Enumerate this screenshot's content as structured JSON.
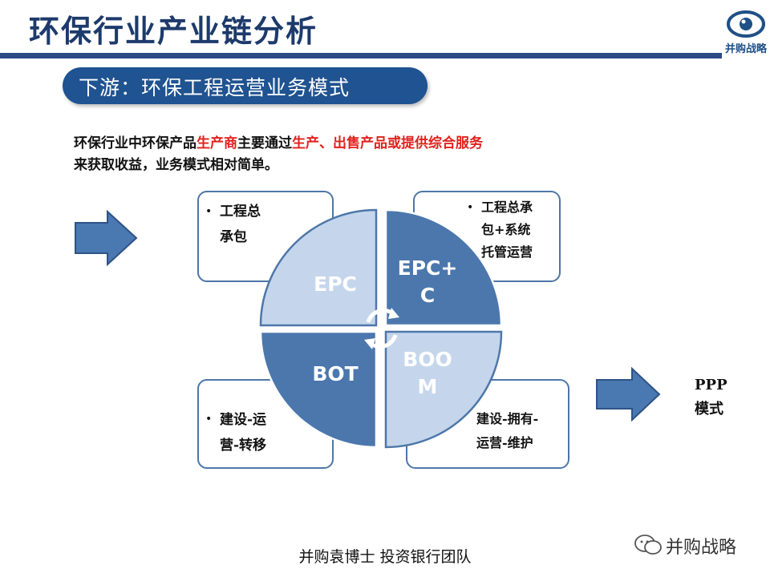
{
  "header": {
    "title": "环保行业产业链分析",
    "logo_text": "并购战略"
  },
  "section": {
    "label": "下游：环保工程运营业务模式"
  },
  "intro": {
    "part1": "环保行业中环保产品",
    "red1": "生产商",
    "part2": "主要通过",
    "red2": "生产、出售产品或提供综合服务",
    "line2": "来获取收益，业务模式相对简单。"
  },
  "models": {
    "epc": {
      "quad": "EPC",
      "desc_line1": "工程总",
      "desc_line2": "承包"
    },
    "epcc": {
      "quad_line1": "EPC+",
      "quad_line2": "C",
      "desc_line1": "工程总承",
      "desc_line2": "包+系统",
      "desc_line3": "托管运营"
    },
    "bot": {
      "quad": "BOT",
      "desc_line1": "建设-运",
      "desc_line2": "营-转移"
    },
    "boom": {
      "quad_line1": "BOO",
      "quad_line2": "M",
      "desc_line1": "建设-拥有-",
      "desc_line2": "运营-维护"
    }
  },
  "ppp": {
    "line1": "PPP",
    "line2": "模式"
  },
  "footer": {
    "text": "并购袁博士 投资银行团队"
  },
  "watermark": {
    "text": "并购战略"
  },
  "colors": {
    "dark_blue": "#2b4a86",
    "quad_dark": "#4b77ad",
    "quad_light": "#c5d6ec",
    "arrow_fill": "#4a78b0",
    "highlight_red": "#e0211d"
  }
}
